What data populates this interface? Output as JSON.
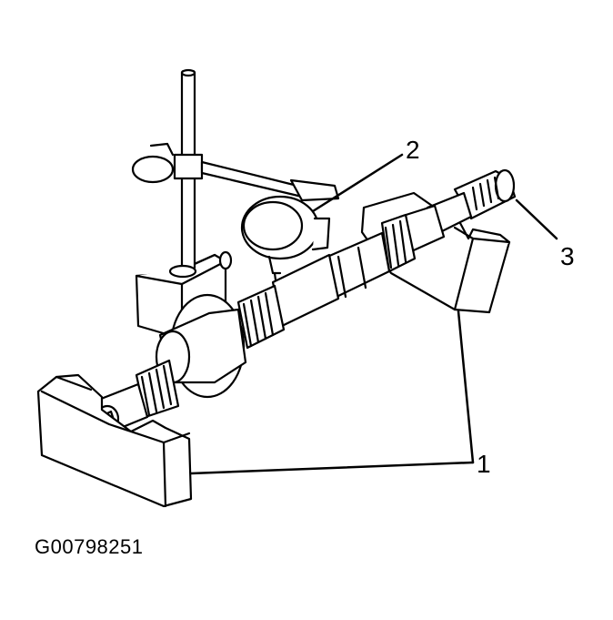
{
  "callouts": {
    "one": "1",
    "two": "2",
    "three": "3"
  },
  "figure_id": "G00798251",
  "colors": {
    "line": "#000000",
    "fill": "#ffffff"
  }
}
